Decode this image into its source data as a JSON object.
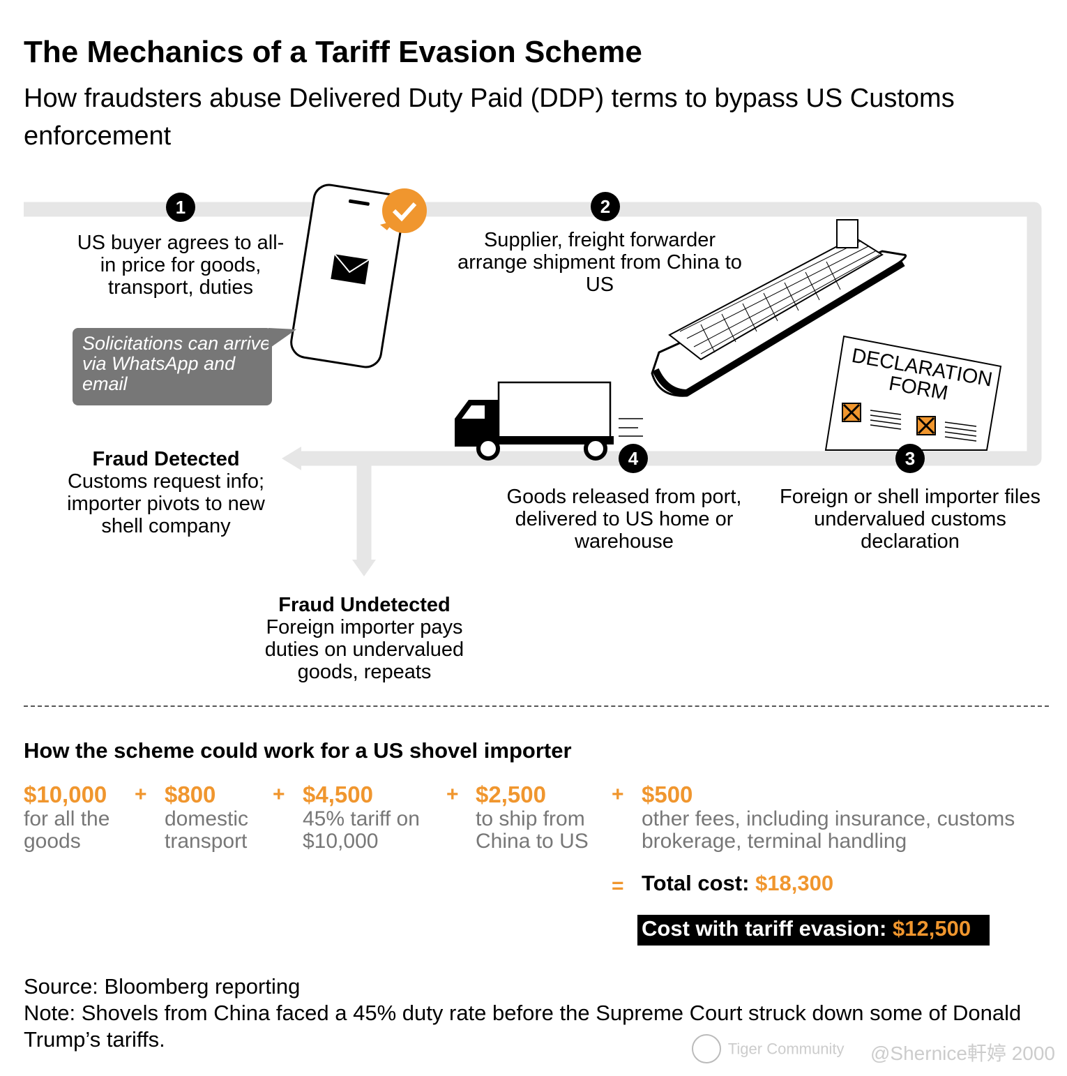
{
  "title": "The Mechanics of a Tariff Evasion Scheme",
  "subtitle": "How fraudsters abuse Delivered Duty Paid (DDP) terms to bypass US Customs enforcement",
  "steps": [
    {
      "num": "1",
      "text": "US buyer agrees to all-in price for goods, transport, duties"
    },
    {
      "num": "2",
      "text": "Supplier, freight forwarder arrange shipment from China to US"
    },
    {
      "num": "3",
      "text": "Foreign or shell importer files undervalued customs declaration"
    },
    {
      "num": "4",
      "text": "Goods released from port, delivered to US home or warehouse"
    }
  ],
  "bubble": "Solicitations can arrive via WhatsApp and email",
  "form_label": "DECLARATION FORM",
  "detected": {
    "title": "Fraud Detected",
    "text": "Customs request info; importer pivots to new shell company"
  },
  "undetected": {
    "title": "Fraud Undetected",
    "text": "Foreign importer pays duties on undervalued goods, repeats"
  },
  "example": {
    "heading": "How the scheme could work for a US shovel importer",
    "items": [
      {
        "amount": "$10,000",
        "desc": "for all the goods"
      },
      {
        "amount": "$800",
        "desc": "domestic transport"
      },
      {
        "amount": "$4,500",
        "desc": "45% tariff on $10,000"
      },
      {
        "amount": "$2,500",
        "desc": "to ship from China to US"
      },
      {
        "amount": "$500",
        "desc": "other fees, including insurance, customs brokerage, terminal handling"
      }
    ],
    "plus": "+",
    "equals": "=",
    "total_label": "Total cost:",
    "total_value": "$18,300",
    "evasion_label": "Cost with tariff evasion:",
    "evasion_value": "$12,500"
  },
  "source": "Source: Bloomberg reporting",
  "note": "Note: Shovels from China faced a 45% duty rate before the Supreme Court struck down some of Donald Trump’s tariffs.",
  "watermark": {
    "line1": "Tiger Community",
    "line2": "@Shernice軒婷 2000"
  },
  "colors": {
    "accent": "#f0962e",
    "path": "#e6e6e6",
    "bubble": "#777777"
  }
}
